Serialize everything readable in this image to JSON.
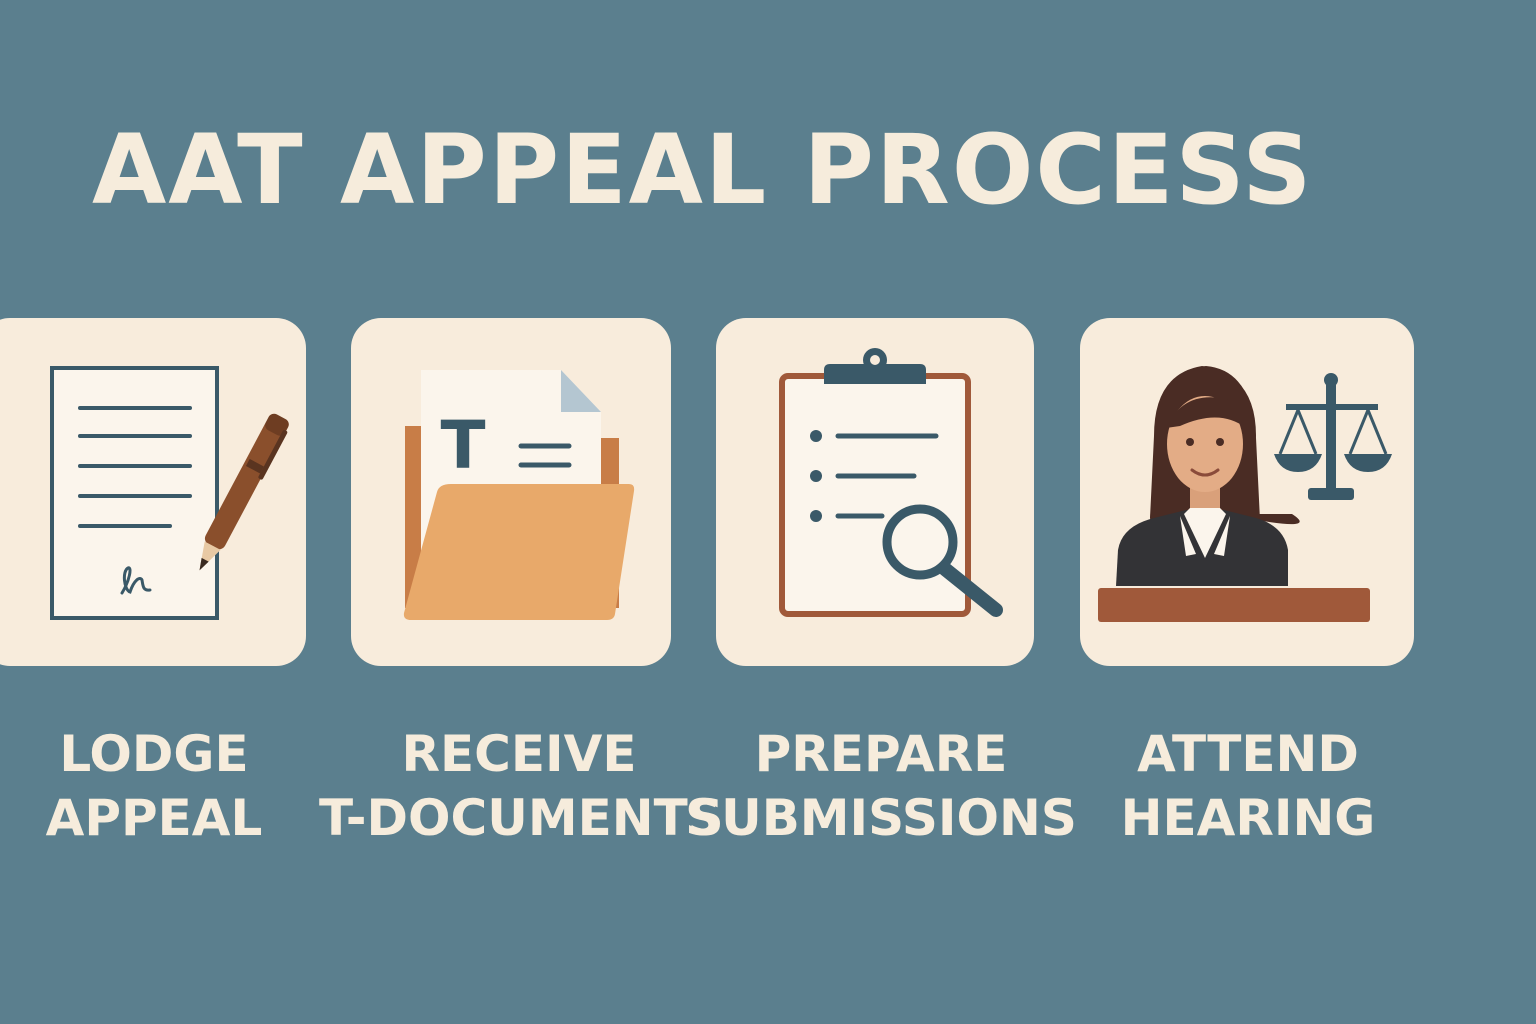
{
  "title": "AAT APPEAL PROCESS",
  "colors": {
    "background": "#5b7f8e",
    "card": "#f8ecdc",
    "text": "#f6ecdc",
    "navy": "#3a5968",
    "brown": "#8a4f2c",
    "tan": "#e8a96a"
  },
  "steps": [
    {
      "icon": "signed-document-pen-icon",
      "line1": "LODGE",
      "line2": "APPEAL"
    },
    {
      "icon": "folder-t-document-icon",
      "line1": "RECEIVE",
      "line2": "T-DOCUMENTS"
    },
    {
      "icon": "clipboard-magnifier-icon",
      "line1": "PREPARE",
      "line2": "SUBMISSIONS"
    },
    {
      "icon": "judge-scales-icon",
      "line1": "ATTEND",
      "line2": "HEARING"
    }
  ],
  "icon_text": {
    "folder_document_letter": "T"
  }
}
